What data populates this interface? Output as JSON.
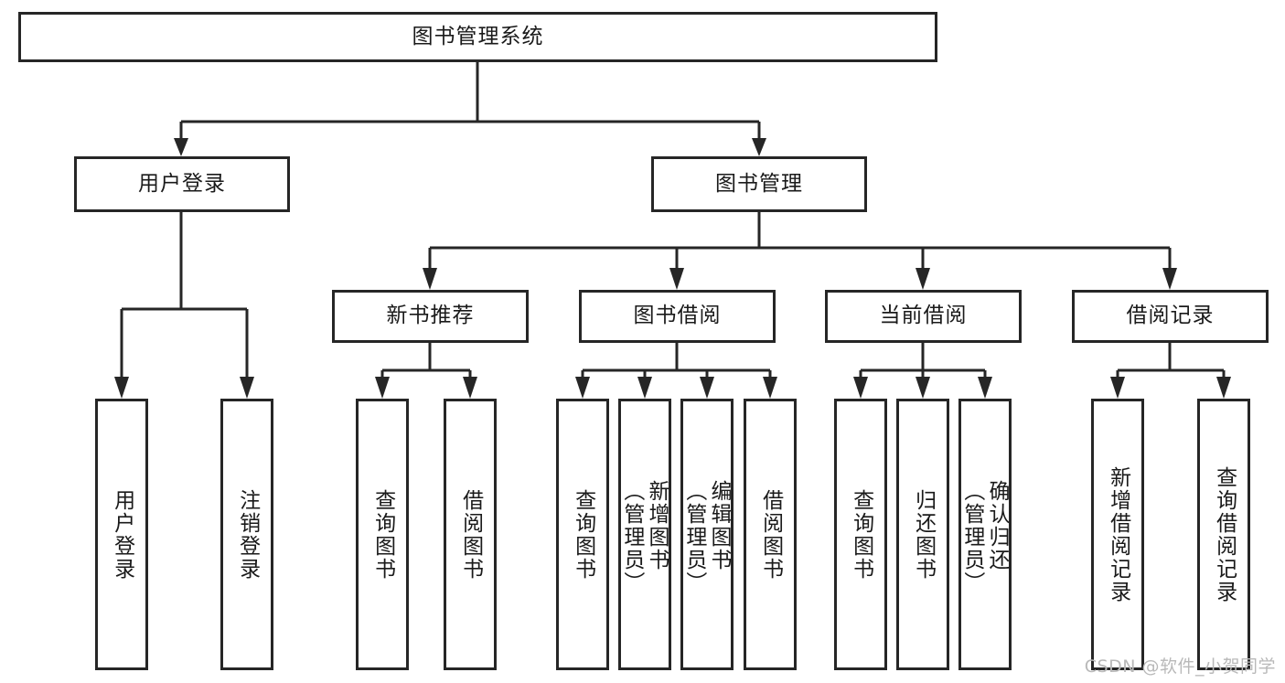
{
  "diagram": {
    "title": "图书管理系统",
    "type": "tree-hierarchy-diagram",
    "root": {
      "label": "图书管理系统"
    },
    "level2": [
      {
        "label": "用户登录"
      },
      {
        "label": "图书管理"
      }
    ],
    "level3": [
      {
        "label": "新书推荐"
      },
      {
        "label": "图书借阅"
      },
      {
        "label": "当前借阅"
      },
      {
        "label": "借阅记录"
      }
    ],
    "leaves": {
      "user_login": [
        {
          "label": "用户登录"
        },
        {
          "label": "注销登录"
        }
      ],
      "new_book_recommend": [
        {
          "label": "查询图书"
        },
        {
          "label": "借阅图书"
        }
      ],
      "book_borrow": [
        {
          "label": "查询图书"
        },
        {
          "label": "新增图书\n（管理员）"
        },
        {
          "label": "编辑图书\n（管理员）"
        },
        {
          "label": "借阅图书"
        }
      ],
      "current_borrow": [
        {
          "label": "查询图书"
        },
        {
          "label": "归还图书"
        },
        {
          "label": "确认归还\n（管理员）"
        }
      ],
      "borrow_record": [
        {
          "label": "新增借阅记录"
        },
        {
          "label": "查询借阅记录"
        }
      ]
    }
  },
  "watermark": {
    "text": "CSDN @软件_小贺同学"
  },
  "colors": {
    "stroke": "#262626",
    "background": "#ffffff",
    "text": "#1a1a1a",
    "watermark": "#b9b9b9"
  }
}
